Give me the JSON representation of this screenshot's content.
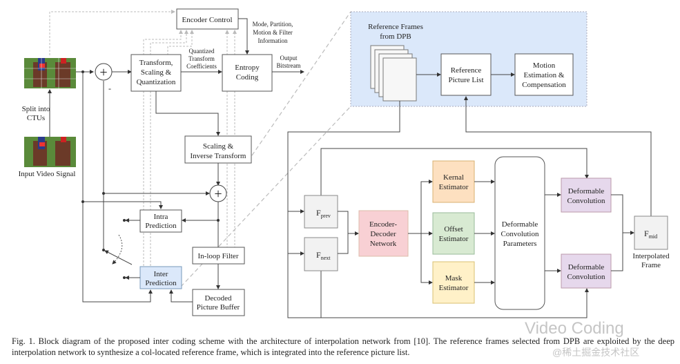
{
  "encoder": {
    "encoder_control": "Encoder Control",
    "side_info": [
      "Mode, Partition,",
      "Motion & Filter",
      "Information"
    ],
    "transform_quant": [
      "Transform,",
      "Scaling &",
      "Quantization"
    ],
    "quant_coeffs": [
      "Quantized",
      "Transform",
      "Coefficients"
    ],
    "entropy_coding": [
      "Entropy",
      "Coding"
    ],
    "output_bitstream": [
      "Output",
      "Bitstream"
    ],
    "scaling_inverse": [
      "Scaling &",
      "Inverse Transform"
    ],
    "intra_prediction": [
      "Intra",
      "Prediction"
    ],
    "inter_prediction": [
      "Inter",
      "Prediction"
    ],
    "inloop_filter": "In-loop Filter",
    "dpb": [
      "Decoded",
      "Picture Buffer"
    ],
    "split_ctus": [
      "Split into",
      "CTUs"
    ],
    "input_video": "Input Video Signal",
    "minus_sign": "-",
    "plus_sign": "+"
  },
  "inter_detail": {
    "ref_frames_label": [
      "Reference Frames",
      "from DPB"
    ],
    "ref_picture_list": [
      "Reference",
      "Picture List"
    ],
    "motion_est": [
      "Motion",
      "Estimation &",
      "Compensation"
    ]
  },
  "network": {
    "f_prev": {
      "base": "F",
      "sub": "prev"
    },
    "f_next": {
      "base": "F",
      "sub": "next"
    },
    "f_mid": {
      "base": "F",
      "sub": "mid"
    },
    "encoder_decoder": [
      "Encoder-",
      "Decoder",
      "Network"
    ],
    "kernel_estimator": [
      "Kernal",
      "Estimator"
    ],
    "offset_estimator": [
      "Offset",
      "Estimator"
    ],
    "mask_estimator": [
      "Mask",
      "Estimator"
    ],
    "dcn_params": [
      "Deformable",
      "Convolution",
      "Parameters"
    ],
    "deform_conv": [
      "Deformable",
      "Convolution"
    ],
    "interpolated_frame": [
      "Interpolated",
      "Frame"
    ]
  },
  "colors": {
    "inter_highlight": "#dbe8fa",
    "encoder_decoder": "#f8d0d4",
    "kernel": "#fde0c0",
    "offset": "#d8ead2",
    "mask": "#fff1c8",
    "deform_conv": "#e6d8ec",
    "frame_gray": "#f2f2f2"
  },
  "caption": "Fig. 1.  Block diagram of the proposed inter coding scheme with the architecture of interpolation network from [10]. The reference frames selected from DPB are exploited by the deep interpolation network to synthesize a col-located reference frame, which is integrated into the reference picture list.",
  "watermark": {
    "title": "Video Coding",
    "sub": "@稀土掘金技术社区"
  }
}
